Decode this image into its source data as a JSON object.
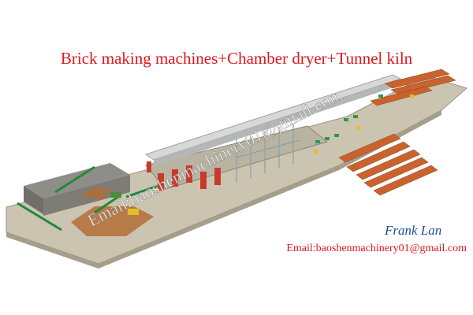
{
  "title": "Brick making machines+Chamber dryer+Tunnel kiln",
  "watermark": "Email:baoshenmachinery01@gmail.com",
  "signature": "Frank Lan",
  "email": "Email:baoshenmachinery01@gmail.com",
  "colors": {
    "title": "#e0161c",
    "email": "#e0161c",
    "signature": "#1d4f9c",
    "floor": "#c8c1ae",
    "brick": "#c9632e",
    "dryer_frame": "#cfd8dc",
    "conveyor": "#1e8a3a",
    "hall": "#8b8b88"
  }
}
